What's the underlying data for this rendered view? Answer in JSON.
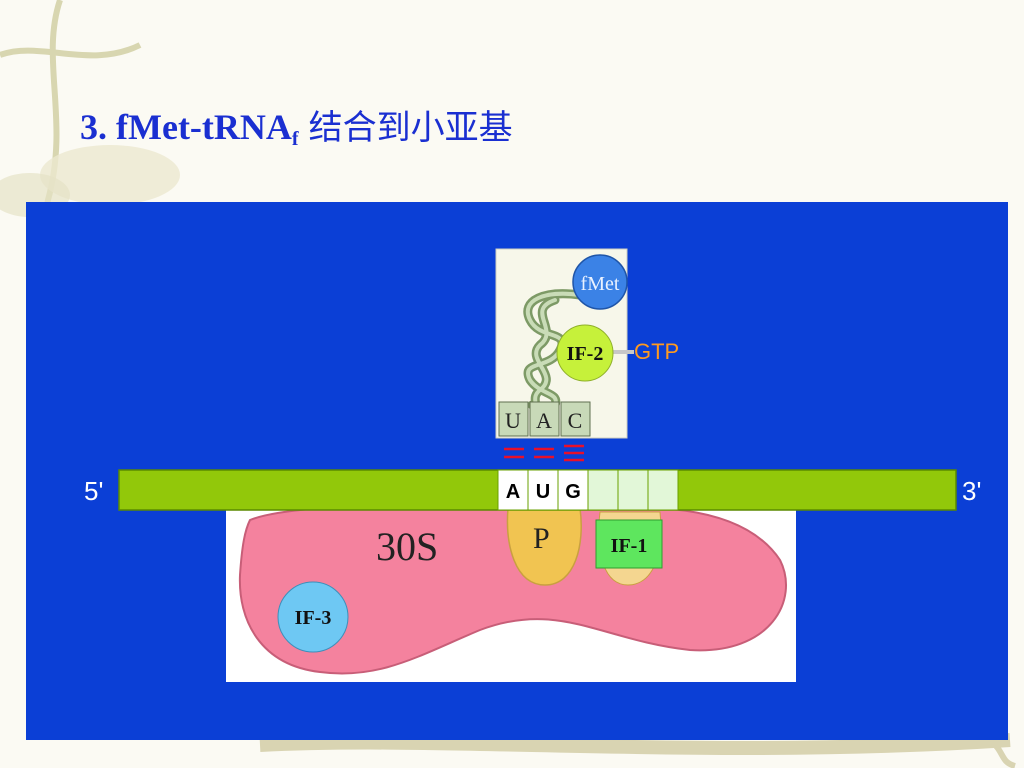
{
  "title": {
    "main": "3. fMet-tRNA",
    "subscript": "f",
    "chinese": "结合到小亚基"
  },
  "labels": {
    "five_prime": "5'",
    "three_prime": "3'",
    "gtp": "GTP",
    "fmet": "fMet",
    "if2": "IF-2",
    "if1": "IF-1",
    "if3": "IF-3",
    "subunit": "30S",
    "p_site": "P"
  },
  "anticodon": [
    "U",
    "A",
    "C"
  ],
  "codon": [
    "A",
    "U",
    "G"
  ],
  "colors": {
    "title": "#1a2fd1",
    "panel": "#0b3fd6",
    "mrna": "#92c80a",
    "subunit": "#f4829e",
    "p_site": "#f1c451",
    "if2": "#c6f13a",
    "if1": "#5ee65e",
    "if3": "#6ec8f3",
    "fmet": "#3b82e6",
    "gtp": "#ff9a1f",
    "pairing": "#e8102a"
  }
}
